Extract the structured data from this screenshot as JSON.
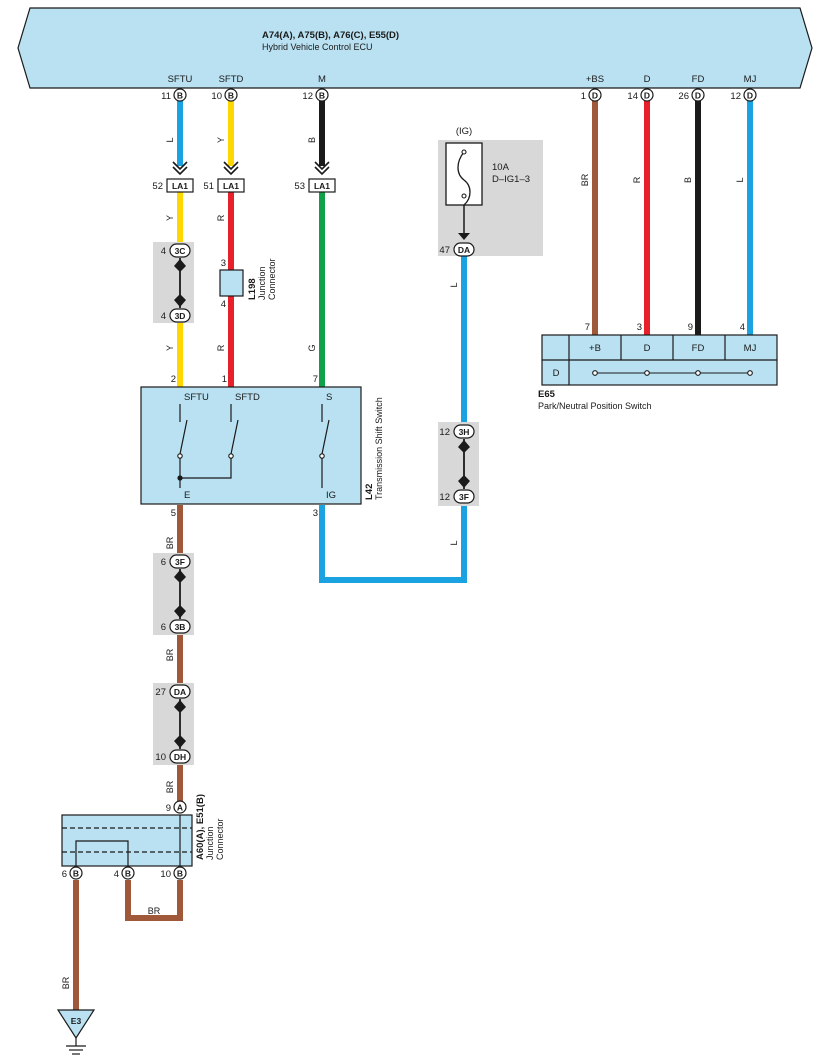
{
  "ecu": {
    "title": "A74(A), A75(B), A76(C), E55(D)",
    "subtitle": "Hybrid Vehicle Control ECU",
    "pins": [
      {
        "signal": "SFTU",
        "num": "11",
        "conn": "B"
      },
      {
        "signal": "SFTD",
        "num": "10",
        "conn": "B"
      },
      {
        "signal": "M",
        "num": "12",
        "conn": "B"
      },
      {
        "signal": "+BS",
        "num": "1",
        "conn": "D"
      },
      {
        "signal": "D",
        "num": "14",
        "conn": "D"
      },
      {
        "signal": "FD",
        "num": "26",
        "conn": "D"
      },
      {
        "signal": "MJ",
        "num": "12",
        "conn": "D"
      }
    ]
  },
  "wire_labels": {
    "sftu_top": "L",
    "sftd_top": "Y",
    "m_top": "B",
    "sftu_mid": "Y",
    "sftd_mid": "R",
    "sftu_low": "Y",
    "sftd_low": "R",
    "m_low": "G",
    "bs": "BR",
    "d": "R",
    "fd": "B",
    "mj": "L",
    "ig_top": "L",
    "ig_bottom": "L",
    "e_top": "BR",
    "e_mid": "BR",
    "e_low": "BR",
    "jc_loop": "BR",
    "ground": "BR"
  },
  "wire_colors": {
    "L": "#1aa3e0",
    "Y": "#ffd700",
    "B": "#1a1a1a",
    "R": "#e8202a",
    "G": "#11a04a",
    "BR": "#a0583a"
  },
  "la1": [
    {
      "num": "52",
      "label": "LA1"
    },
    {
      "num": "51",
      "label": "LA1"
    },
    {
      "num": "53",
      "label": "LA1"
    }
  ],
  "junctions": {
    "sftu_top": {
      "num": "4",
      "label": "3C"
    },
    "sftu_bottom": {
      "num": "4",
      "label": "3D"
    },
    "ig_top": {
      "num": "12",
      "label": "3H"
    },
    "ig_bottom": {
      "num": "12",
      "label": "3F"
    },
    "e1_top": {
      "num": "6",
      "label": "3F"
    },
    "e1_bottom": {
      "num": "6",
      "label": "3B"
    },
    "e2_top": {
      "num": "27",
      "label": "DA"
    },
    "e2_bottom": {
      "num": "10",
      "label": "DH"
    },
    "fuse_out": {
      "num": "47",
      "label": "DA"
    }
  },
  "l198": {
    "id": "L198",
    "desc1": "Junction",
    "desc2": "Connector",
    "pin_top": "3",
    "pin_bottom": "4"
  },
  "fuse": {
    "source": "(IG)",
    "rating": "10A",
    "name": "D–IG1–3"
  },
  "switch": {
    "id": "L42",
    "name": "Transmission Shift Switch",
    "labels": {
      "sftu": "SFTU",
      "sftd": "SFTD",
      "s": "S",
      "e": "E",
      "ig": "IG"
    },
    "pins": {
      "sftu": "2",
      "sftd": "1",
      "s": "7",
      "e": "5",
      "ig": "3"
    }
  },
  "park": {
    "id": "E65",
    "name": "Park/Neutral Position Switch",
    "headers": [
      "+B",
      "D",
      "FD",
      "MJ"
    ],
    "row_label": "D",
    "pins": [
      "7",
      "3",
      "9",
      "4"
    ]
  },
  "jc": {
    "id": "A60(A), E51(B)",
    "desc1": "Junction",
    "desc2": "Connector",
    "top_pin": {
      "num": "9",
      "conn": "A"
    },
    "bottom_pins": [
      {
        "num": "6",
        "conn": "B"
      },
      {
        "num": "4",
        "conn": "B"
      },
      {
        "num": "10",
        "conn": "B"
      }
    ]
  },
  "ground": {
    "label": "E3"
  }
}
